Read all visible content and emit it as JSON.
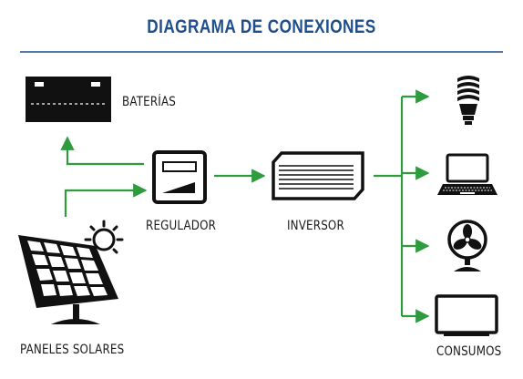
{
  "title": "DIAGRAMA DE CONEXIONES",
  "labels": {
    "baterias": "BATERÍAS",
    "regulador": "REGULADOR",
    "inversor": "INVERSOR",
    "paneles": "PANELES SOLARES",
    "consumos": "CONSUMOS"
  },
  "colors": {
    "title": "#1f4e8c",
    "arrow": "#2e9b3f",
    "icon": "#111111"
  },
  "icons": [
    "battery-icon",
    "charge-controller-icon",
    "inverter-icon",
    "solar-panel-icon",
    "lightbulb-icon",
    "laptop-icon",
    "fan-icon",
    "monitor-icon"
  ]
}
